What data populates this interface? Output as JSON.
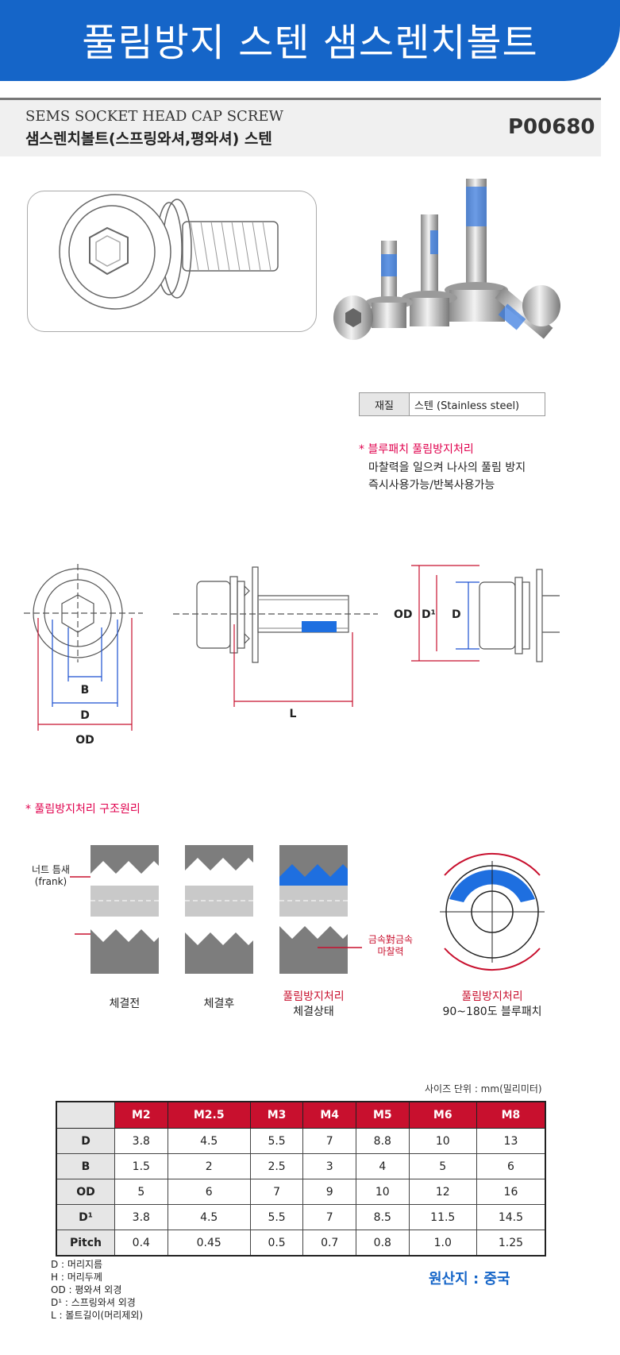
{
  "banner": {
    "title": "풀림방지 스텐 샘스렌치볼트"
  },
  "header": {
    "english_name": "SEMS SOCKET HEAD CAP SCREW",
    "korean_name": "샘스렌치볼트(스프링와셔,평와셔) 스텐",
    "product_code": "P00680"
  },
  "material": {
    "label": "재질",
    "value": "스텐 (Stainless steel)"
  },
  "note": {
    "title": "* 블루패치 풀림방지처리",
    "lines": [
      "마찰력을 일으켜 나사의 풀림 방지",
      "즉시사용가능/반복사용가능"
    ]
  },
  "drawing": {
    "B": "B",
    "D": "D",
    "OD": "OD",
    "L": "L",
    "D1": "D¹"
  },
  "principle": {
    "title": "* 풀림방지처리 구조원리",
    "gap_label": [
      "너트 틈새",
      "(frank)"
    ],
    "metal_label": [
      "금속對금속",
      "마찰력"
    ],
    "captions": {
      "before": "체결전",
      "after": "체결후",
      "treated_red": "풀림방지처리",
      "treated_black": "체결상태",
      "patch_red": "풀림방지처리",
      "patch_black": "90~180도 블루패치"
    }
  },
  "spec_table": {
    "unit_note": "사이즈 단위 : mm(밀리미터)",
    "headers": [
      "M2",
      "M2.5",
      "M3",
      "M4",
      "M5",
      "M6",
      "M8"
    ],
    "rows": [
      {
        "label": "D",
        "values": [
          "3.8",
          "4.5",
          "5.5",
          "7",
          "8.8",
          "10",
          "13"
        ]
      },
      {
        "label": "B",
        "values": [
          "1.5",
          "2",
          "2.5",
          "3",
          "4",
          "5",
          "6"
        ]
      },
      {
        "label": "OD",
        "values": [
          "5",
          "6",
          "7",
          "9",
          "10",
          "12",
          "16"
        ]
      },
      {
        "label": "D¹",
        "values": [
          "3.8",
          "4.5",
          "5.5",
          "7",
          "8.5",
          "11.5",
          "14.5"
        ]
      },
      {
        "label": "Pitch",
        "values": [
          "0.4",
          "0.45",
          "0.5",
          "0.7",
          "0.8",
          "1.0",
          "1.25"
        ]
      }
    ]
  },
  "legend": [
    "D : 머리지름",
    "H : 머리두께",
    "OD : 평와셔 외경",
    "D¹ : 스프링와셔 외경",
    "L : 볼트길이(머리제외)"
  ],
  "origin": "원산지 : 중국",
  "colors": {
    "brand_blue": "#1565c8",
    "accent_red": "#c8102e",
    "patch_blue": "#1e6fe0"
  }
}
